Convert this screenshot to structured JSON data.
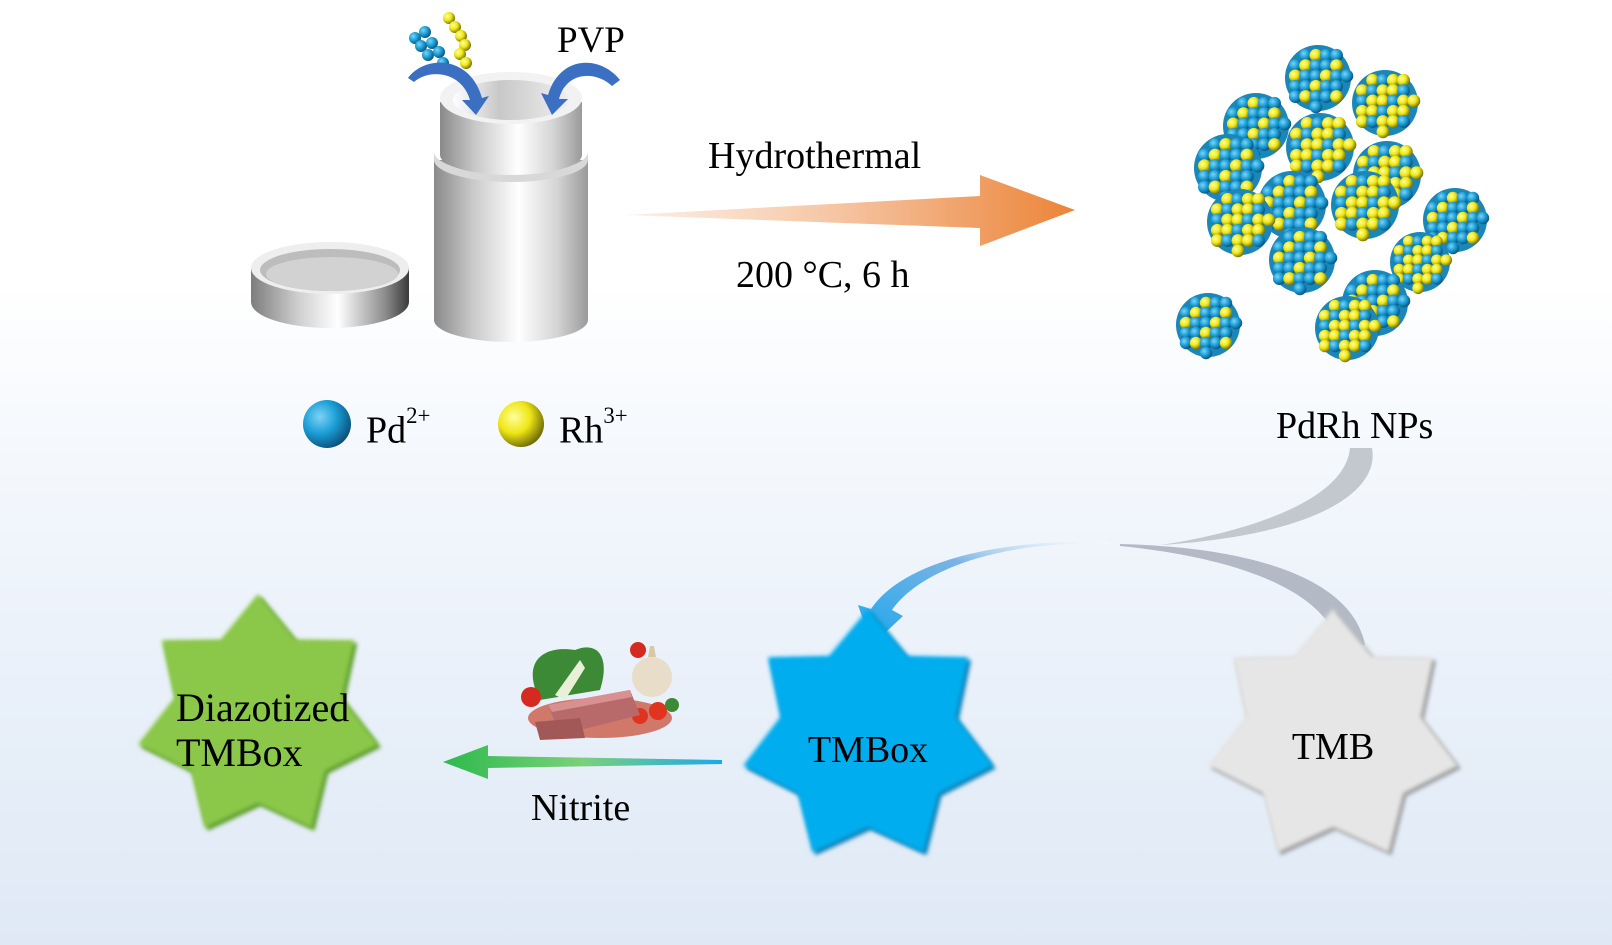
{
  "synthesis": {
    "reagent_label": "PVP",
    "process_label": "Hydrothermal",
    "conditions_label": "200 °C, 6 h",
    "product_label": "PdRh NPs"
  },
  "legend": [
    {
      "name": "Pd",
      "charge": "2+",
      "color": "#1b9fd6"
    },
    {
      "name": "Rh",
      "charge": "3+",
      "color": "#f2ea1a"
    }
  ],
  "detection": {
    "substrate_label": "TMB",
    "oxidized_label": "TMBox",
    "analyte_label": "Nitrite",
    "final_product_line1": "Diazotized",
    "final_product_line2": "TMBox"
  },
  "colors": {
    "pd_blue": "#1b9fd6",
    "rh_yellow": "#f2ea1a",
    "arrow_orange": "#ef8a3c",
    "tmbox_star": "#00aeef",
    "tmb_star": "#e6e6e6",
    "diazo_star": "#8bc84a",
    "pvp_arrow": "#3a6fc1",
    "gray_arrow": "#b9bec6"
  }
}
